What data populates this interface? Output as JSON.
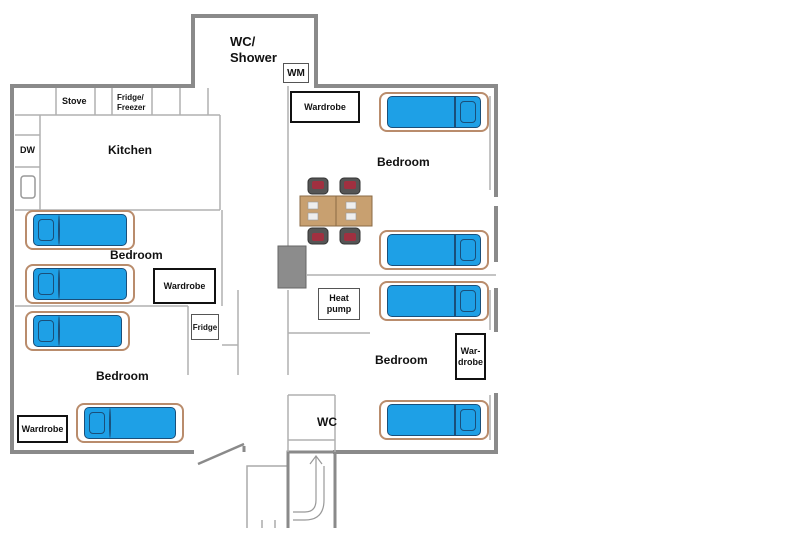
{
  "rooms": {
    "wc_shower": "WC/\nShower",
    "wm": "WM",
    "stove": "Stove",
    "fridge_freezer": "Fridge/\nFreezer",
    "dw": "DW",
    "kitchen": "Kitchen",
    "bedroom_top_right": "Bedroom",
    "bedroom_mid_left": "Bedroom",
    "bedroom_bottom_left": "Bedroom",
    "bedroom_bottom_right": "Bedroom",
    "heat_pump": "Heat\npump",
    "fridge": "Fridge",
    "wc": "WC"
  },
  "furniture": {
    "wardrobe_top": "Wardrobe",
    "wardrobe_mid_left": "Wardrobe",
    "wardrobe_bottom_left": "Wardrobe",
    "wardrobe_right": "War-\ndrobe"
  },
  "colors": {
    "wall": "#8a8a8a",
    "mattress": "#1ea0e6",
    "bed_frame": "#b98c6c",
    "table": "#c8a070",
    "chimney": "#8c8c8c"
  }
}
